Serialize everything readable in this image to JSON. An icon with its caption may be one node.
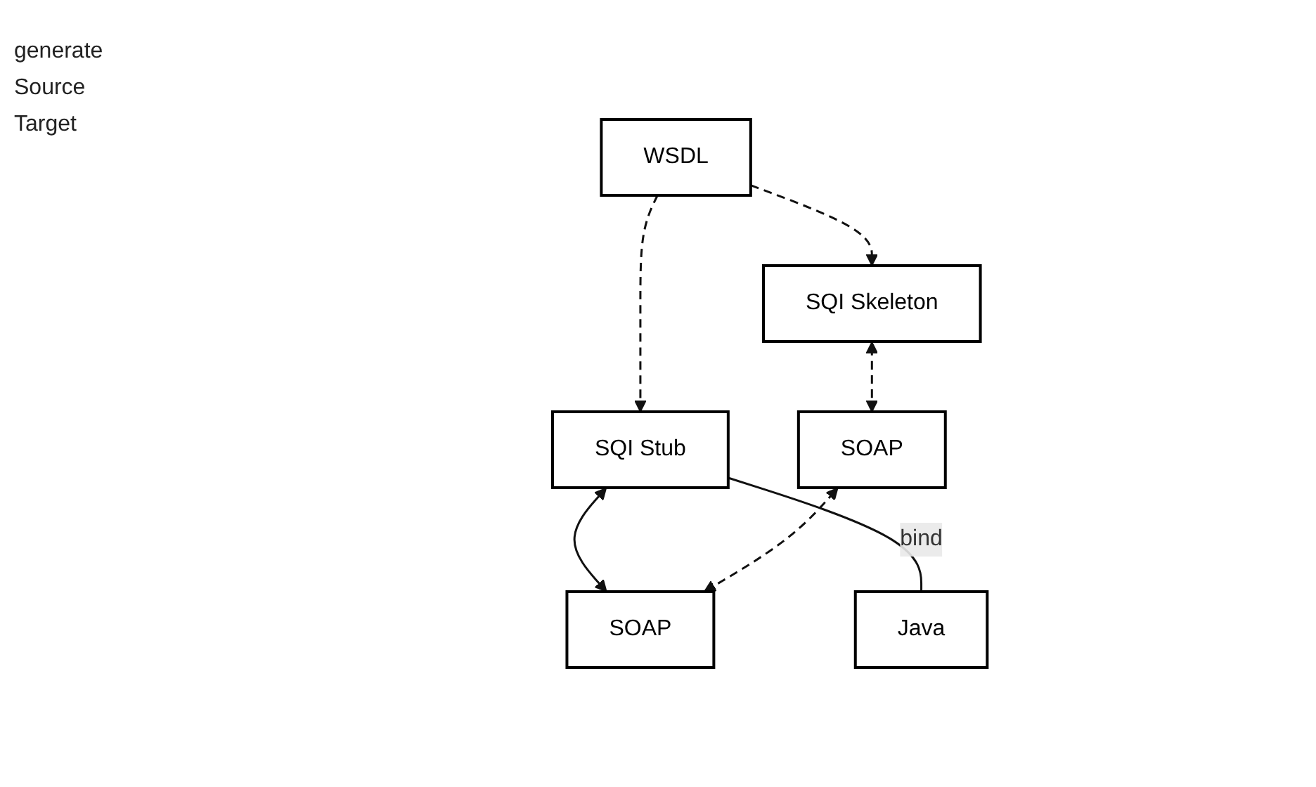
{
  "diagram": {
    "nodes": [
      {
        "text": [
          "WSDL"
        ]
      },
      {
        "text": [
          "SQI Skeleton"
        ]
      },
      {
        "text": [
          "SQI Stub"
        ]
      },
      {
        "text": [
          "Java"
        ]
      },
      {
        "text": [
          "SOAP"
        ]
      },
      {
        "text": [
          "SOAP"
        ]
      }
    ],
    "edges": [
      {
        "from": 0,
        "to": 1,
        "arrow": "to",
        "style": "dashed"
      },
      {
        "from": 0,
        "to": 2,
        "arrow": "to",
        "style": "dashed"
      },
      {
        "from": 2,
        "to": 3,
        "arrow": "none",
        "label": "bind"
      },
      {
        "from": 1,
        "to": 4,
        "arrow": "both",
        "style": "dashed"
      },
      {
        "from": 2,
        "to": 5,
        "arrow": "both"
      },
      {
        "from": 4,
        "to": 5,
        "arrow": "both",
        "style": "dashed"
      }
    ],
    "labels": [
      "generate",
      "Source",
      "Target"
    ]
  }
}
